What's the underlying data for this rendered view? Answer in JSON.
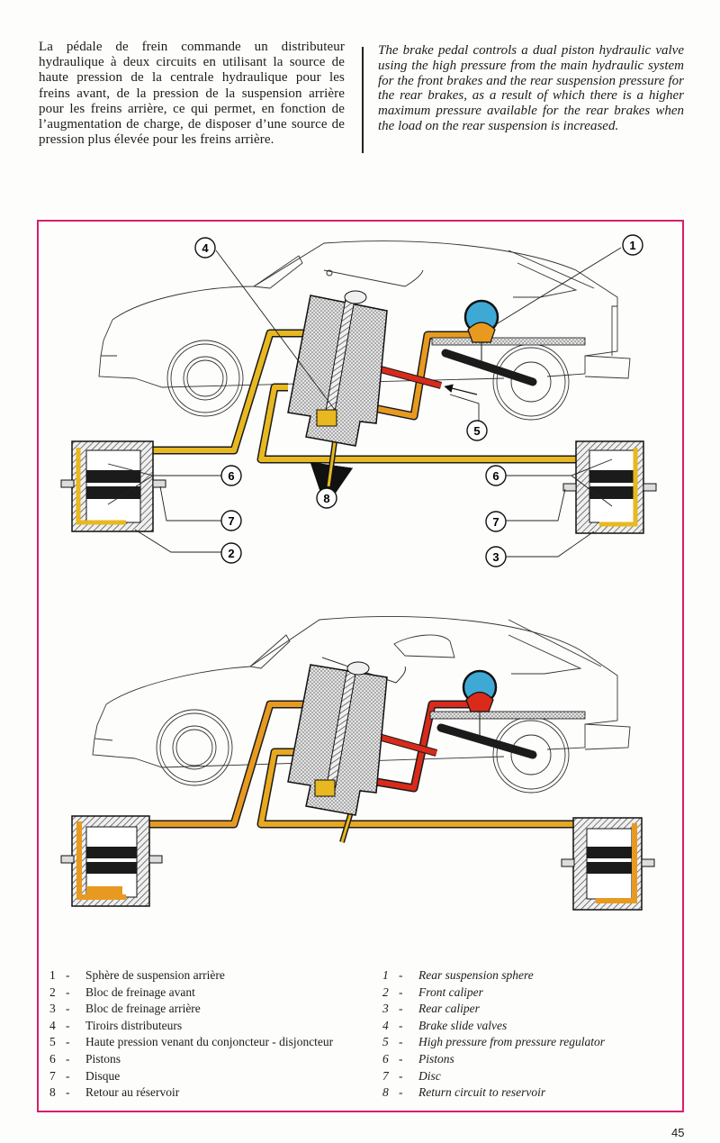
{
  "intro": {
    "french": "La pédale de frein commande un distributeur hydraulique à deux circuits en utilisant la source de haute pression de la centrale hydraulique pour les freins avant, de la pression de la suspension arrière pour les freins arrière, ce qui permet, en fonction de l’augmentation de charge, de disposer d’une source de pression plus élevée pour les freins arrière.",
    "english": "The brake pedal controls a dual piston hydraulic valve using the high pressure from the main hydraulic system for the front brakes and the rear suspension pressure for the rear brakes, as a result of which there is a higher maximum pressure available for the rear brakes when the load on the rear suspension is increased."
  },
  "diagram": {
    "colors": {
      "frame": "#d6206a",
      "high_pressure_yellow": "#e8b820",
      "suspension_orange": "#e89a20",
      "brake_red": "#d92a1a",
      "sphere_blue": "#3fa9d6",
      "hatching": "#555555"
    },
    "callouts": [
      "1",
      "2",
      "3",
      "4",
      "5",
      "6",
      "7",
      "8"
    ]
  },
  "legend": {
    "french": [
      {
        "num": "1",
        "label": "Sphère de suspension arrière"
      },
      {
        "num": "2",
        "label": "Bloc de freinage avant"
      },
      {
        "num": "3",
        "label": "Bloc de freinage arrière"
      },
      {
        "num": "4",
        "label": "Tiroirs distributeurs"
      },
      {
        "num": "5",
        "label": "Haute pression venant du conjoncteur - disjoncteur"
      },
      {
        "num": "6",
        "label": "Pistons"
      },
      {
        "num": "7",
        "label": "Disque"
      },
      {
        "num": "8",
        "label": "Retour au réservoir"
      }
    ],
    "english": [
      {
        "num": "1",
        "label": "Rear suspension sphere"
      },
      {
        "num": "2",
        "label": "Front caliper"
      },
      {
        "num": "3",
        "label": "Rear caliper"
      },
      {
        "num": "4",
        "label": "Brake slide valves"
      },
      {
        "num": "5",
        "label": "High pressure from pressure regulator"
      },
      {
        "num": "6",
        "label": "Pistons"
      },
      {
        "num": "7",
        "label": "Disc"
      },
      {
        "num": "8",
        "label": "Return circuit to reservoir"
      }
    ],
    "separator": "-"
  },
  "page_number": "45"
}
